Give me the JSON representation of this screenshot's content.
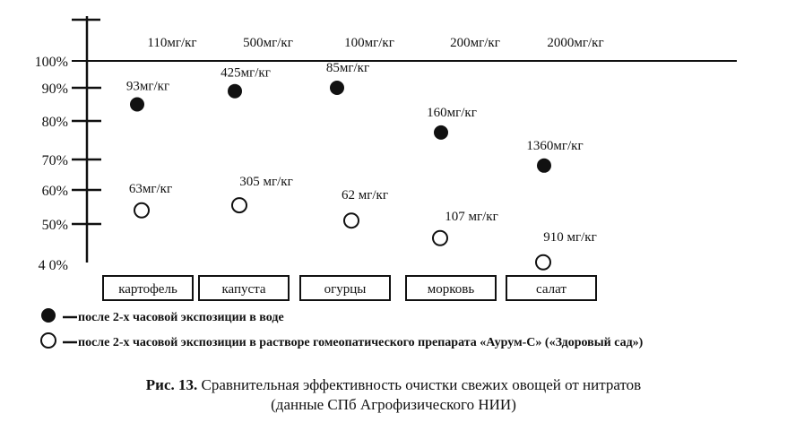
{
  "chart_data": {
    "type": "scatter",
    "title": "Сравнительная эффективность очистки свежих овощей от нитратов",
    "ylabel": "",
    "xlabel": "",
    "yticks": [
      "100%",
      "90%",
      "80%",
      "70%",
      "60%",
      "50%",
      "4 0%"
    ],
    "ytick_values": [
      100,
      90,
      80,
      70,
      60,
      50,
      40
    ],
    "ylim": [
      40,
      100
    ],
    "categories": [
      "картофель",
      "капуста",
      "огурцы",
      "морковь",
      "салат"
    ],
    "initial_labels": [
      "110мг/кг",
      "500мг/кг",
      "100мг/кг",
      "200мг/кг",
      "2000мг/кг"
    ],
    "series": [
      {
        "name": "после 2-х часовой экспозиции в воде",
        "marker": "filled-circle",
        "values": [
          85,
          89,
          90,
          77,
          68
        ],
        "labels": [
          "93мг/кг",
          "425мг/кг",
          "85мг/кг",
          "160мг/кг",
          "1360мг/кг"
        ]
      },
      {
        "name": "после 2-х часовой экспозиции в растворе гомеопатического препарата «Аурум-С» («Здоровый сад»)",
        "marker": "open-circle",
        "values": [
          54,
          55.5,
          51,
          46.5,
          40.5
        ],
        "labels": [
          "63мг/кг",
          "305 мг/кг",
          "62 мг/кг",
          "107 мг/кг",
          "910 мг/кг"
        ]
      }
    ],
    "grid": false,
    "legend": "bottom-left"
  },
  "caption": {
    "fig_label": "Рис. 13.",
    "line1": "Сравнительная эффективность очистки свежих овощей от нитратов",
    "line2": "(данные СПб Агрофизического НИИ)"
  }
}
